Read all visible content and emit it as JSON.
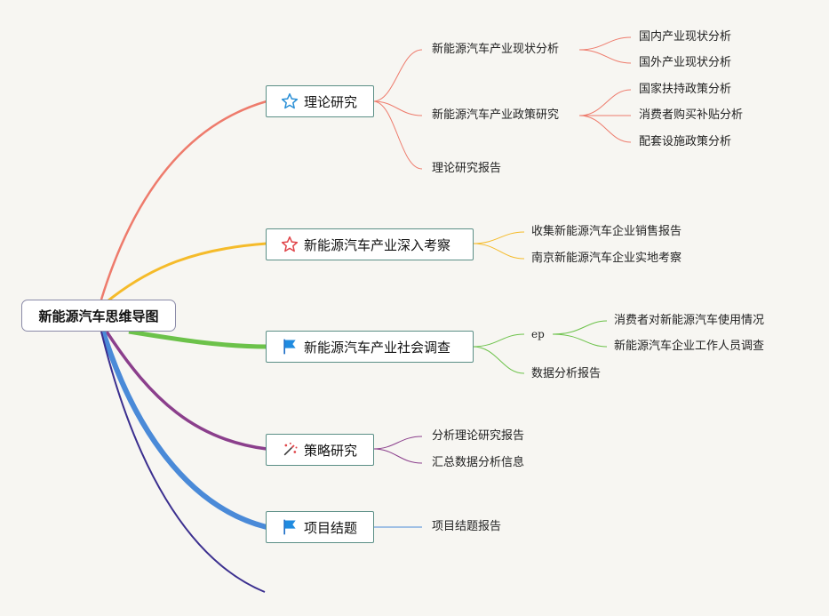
{
  "root": {
    "label": "新能源汽车思维导图"
  },
  "branches": [
    {
      "label": "理论研究",
      "icon": "star-outline-blue-icon",
      "children": [
        {
          "label": "新能源汽车产业现状分析",
          "children": [
            "国内产业现状分析",
            "国外产业现状分析"
          ]
        },
        {
          "label": "新能源汽车产业政策研究",
          "children": [
            "国家扶持政策分析",
            "消费者购买补贴分析",
            "配套设施政策分析"
          ]
        },
        {
          "label": "理论研究报告",
          "children": []
        }
      ]
    },
    {
      "label": "新能源汽车产业深入考察",
      "icon": "star-outline-red-icon",
      "children": [
        {
          "label": "收集新能源汽车企业销售报告",
          "children": []
        },
        {
          "label": "南京新能源汽车企业实地考察",
          "children": []
        }
      ]
    },
    {
      "label": "新能源汽车产业社会调查",
      "icon": "flag-blue-icon",
      "children": [
        {
          "label": "ep",
          "children": [
            "消费者对新能源汽车使用情况",
            "新能源汽车企业工作人员调查"
          ]
        },
        {
          "label": "数据分析报告",
          "children": []
        }
      ]
    },
    {
      "label": "策略研究",
      "icon": "magic-wand-icon",
      "children": [
        {
          "label": "分析理论研究报告",
          "children": []
        },
        {
          "label": "汇总数据分析信息",
          "children": []
        }
      ]
    },
    {
      "label": "项目结题",
      "icon": "flag-blue-icon",
      "children": [
        {
          "label": "项目结题报告",
          "children": []
        }
      ]
    }
  ],
  "colors": {
    "branch_1": "#ee7b6c",
    "branch_2": "#f5bb2a",
    "branch_3": "#6cc24a",
    "branch_4": "#8b3f8c",
    "branch_5": "#4a8ad8",
    "extra_line": "#3b2f8f",
    "node_border": "#5b8f86",
    "root_border": "#8a8aa8"
  }
}
